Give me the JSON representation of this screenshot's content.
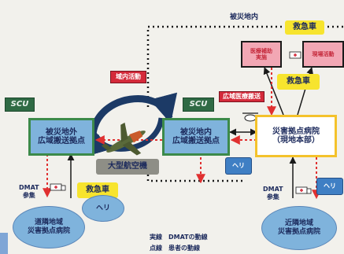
{
  "labels": {
    "affected_area": "被災地内",
    "scu_left": "SCU",
    "scu_right": "SCU",
    "hub_left": "被災地外\n広域搬送拠点",
    "hub_right": "被災地内\n広域搬送拠点",
    "intra_activity": "域内活動",
    "wide_transport": "広域医療搬送",
    "large_aircraft": "大型航空機",
    "disaster_hospital": "災害拠点病院\n（現地本部）",
    "heli": "ヘリ",
    "ambulance": "救急車",
    "medical_support": "医療補助\n実施",
    "field_activity": "現場活動",
    "dmat": "DMAT\n参集",
    "remote_hospital": "道隣地域\n災害拠点病院",
    "near_hospital": "近隣地域\n災害拠点病院",
    "legend_solid": "実線　DMATの動線",
    "legend_dotted": "点線　患者の動線"
  },
  "colors": {
    "background": "#f2f1ec",
    "scu": "#2f6a44",
    "hub_fill": "#7fb3dc",
    "hub_border": "#3c8a4a",
    "yellow": "#f7e42e",
    "red": "#d42a3a",
    "heli": "#3f7fc4",
    "pink": "#f2a7b4",
    "arrow_dark": "#1c3a66",
    "patient_dotted": "#e03030"
  },
  "icons": [
    "aircraft-icon",
    "helicopter-icon",
    "ambulance-icon",
    "doctor-icon",
    "stretcher-icon"
  ]
}
